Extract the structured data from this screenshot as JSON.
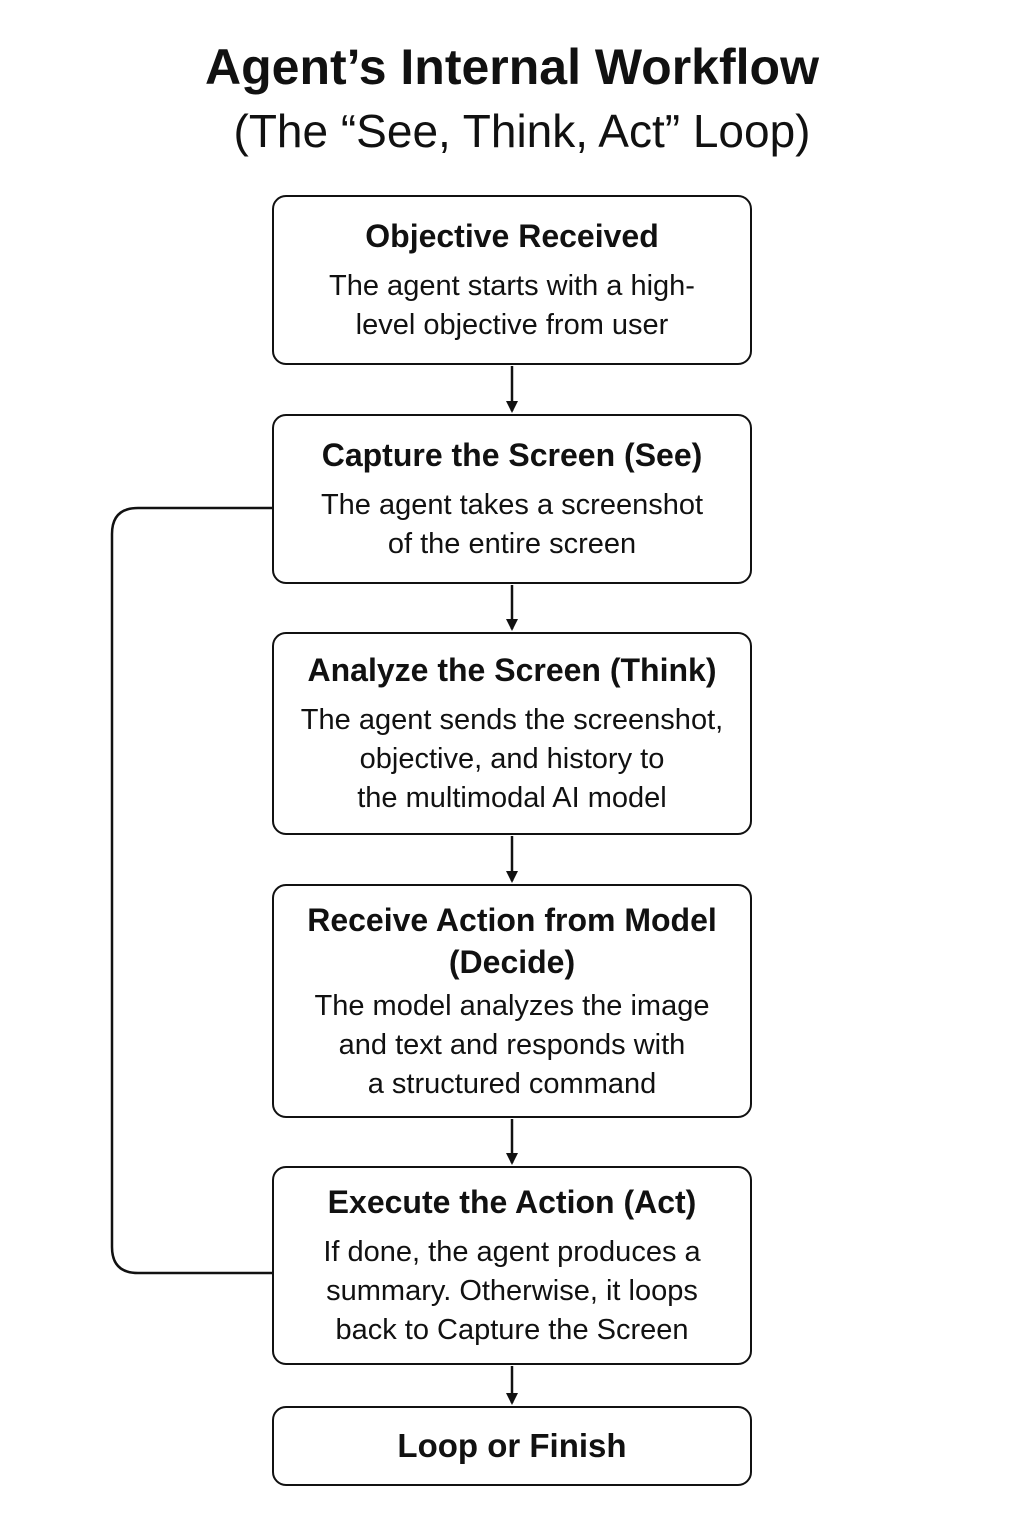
{
  "title": {
    "line1": "Agent’s Internal Workflow",
    "line2": "(The “See, Think, Act” Loop)"
  },
  "steps": [
    {
      "title": "Objective Received",
      "description": "The agent starts with a high-\nlevel objective from user"
    },
    {
      "title": "Capture the Screen (See)",
      "description": "The agent takes a screenshot\nof the entire screen"
    },
    {
      "title": "Analyze the Screen (Think)",
      "description": "The agent sends the screenshot,\nobjective, and history to\nthe multimodal AI model"
    },
    {
      "title": "Receive Action from Model\n(Decide)",
      "description": "The model analyzes the image\nand text and responds with\na structured command"
    },
    {
      "title": "Execute the Action (Act)",
      "description": "If done, the agent produces a\nsummary. Otherwise, it loops\nback to Capture the Screen"
    },
    {
      "title": "Loop or Finish",
      "description": ""
    }
  ],
  "colors": {
    "stroke": "#111111",
    "background": "#ffffff"
  }
}
